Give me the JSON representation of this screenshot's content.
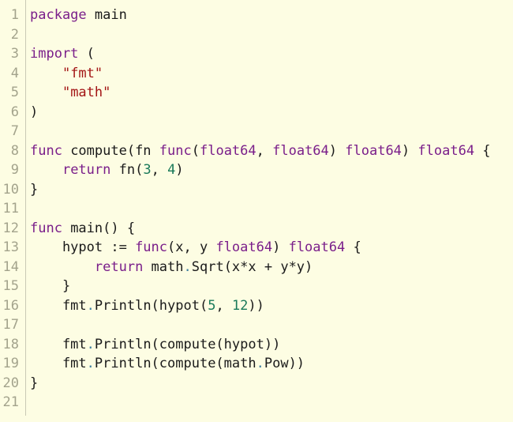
{
  "editor": {
    "lines": [
      {
        "n": "1",
        "tokens": [
          {
            "t": "package",
            "c": "kw"
          },
          {
            "t": " main",
            "c": ""
          }
        ]
      },
      {
        "n": "2",
        "tokens": []
      },
      {
        "n": "3",
        "tokens": [
          {
            "t": "import",
            "c": "kw"
          },
          {
            "t": " (",
            "c": ""
          }
        ]
      },
      {
        "n": "4",
        "tokens": [
          {
            "t": "    ",
            "c": ""
          },
          {
            "t": "\"fmt\"",
            "c": "str"
          }
        ]
      },
      {
        "n": "5",
        "tokens": [
          {
            "t": "    ",
            "c": ""
          },
          {
            "t": "\"math\"",
            "c": "str"
          }
        ]
      },
      {
        "n": "6",
        "tokens": [
          {
            "t": ")",
            "c": ""
          }
        ]
      },
      {
        "n": "7",
        "tokens": []
      },
      {
        "n": "8",
        "tokens": [
          {
            "t": "func",
            "c": "kw"
          },
          {
            "t": " compute(fn ",
            "c": ""
          },
          {
            "t": "func",
            "c": "kw"
          },
          {
            "t": "(",
            "c": ""
          },
          {
            "t": "float64",
            "c": "kw"
          },
          {
            "t": ", ",
            "c": ""
          },
          {
            "t": "float64",
            "c": "kw"
          },
          {
            "t": ") ",
            "c": ""
          },
          {
            "t": "float64",
            "c": "kw"
          },
          {
            "t": ") ",
            "c": ""
          },
          {
            "t": "float64",
            "c": "kw"
          },
          {
            "t": " {",
            "c": ""
          }
        ]
      },
      {
        "n": "9",
        "tokens": [
          {
            "t": "    ",
            "c": ""
          },
          {
            "t": "return",
            "c": "kw"
          },
          {
            "t": " fn(",
            "c": ""
          },
          {
            "t": "3",
            "c": "num"
          },
          {
            "t": ", ",
            "c": ""
          },
          {
            "t": "4",
            "c": "num"
          },
          {
            "t": ")",
            "c": ""
          }
        ]
      },
      {
        "n": "10",
        "tokens": [
          {
            "t": "}",
            "c": ""
          }
        ]
      },
      {
        "n": "11",
        "tokens": []
      },
      {
        "n": "12",
        "tokens": [
          {
            "t": "func",
            "c": "kw"
          },
          {
            "t": " main() {",
            "c": ""
          }
        ]
      },
      {
        "n": "13",
        "tokens": [
          {
            "t": "    hypot := ",
            "c": ""
          },
          {
            "t": "func",
            "c": "kw"
          },
          {
            "t": "(x, y ",
            "c": ""
          },
          {
            "t": "float64",
            "c": "kw"
          },
          {
            "t": ") ",
            "c": ""
          },
          {
            "t": "float64",
            "c": "kw"
          },
          {
            "t": " {",
            "c": ""
          }
        ]
      },
      {
        "n": "14",
        "tokens": [
          {
            "t": "        ",
            "c": ""
          },
          {
            "t": "return",
            "c": "kw"
          },
          {
            "t": " math",
            "c": ""
          },
          {
            "t": ".",
            "c": "pkg-dot"
          },
          {
            "t": "Sqrt(x*x + y*y)",
            "c": ""
          }
        ]
      },
      {
        "n": "15",
        "tokens": [
          {
            "t": "    }",
            "c": ""
          }
        ]
      },
      {
        "n": "16",
        "tokens": [
          {
            "t": "    fmt",
            "c": ""
          },
          {
            "t": ".",
            "c": "pkg-dot"
          },
          {
            "t": "Println(hypot(",
            "c": ""
          },
          {
            "t": "5",
            "c": "num"
          },
          {
            "t": ", ",
            "c": ""
          },
          {
            "t": "12",
            "c": "num"
          },
          {
            "t": "))",
            "c": ""
          }
        ]
      },
      {
        "n": "17",
        "tokens": []
      },
      {
        "n": "18",
        "tokens": [
          {
            "t": "    fmt",
            "c": ""
          },
          {
            "t": ".",
            "c": "pkg-dot"
          },
          {
            "t": "Println(compute(hypot))",
            "c": ""
          }
        ]
      },
      {
        "n": "19",
        "tokens": [
          {
            "t": "    fmt",
            "c": ""
          },
          {
            "t": ".",
            "c": "pkg-dot"
          },
          {
            "t": "Println(compute(math",
            "c": ""
          },
          {
            "t": ".",
            "c": "pkg-dot"
          },
          {
            "t": "Pow))",
            "c": ""
          }
        ]
      },
      {
        "n": "20",
        "tokens": [
          {
            "t": "}",
            "c": ""
          }
        ]
      },
      {
        "n": "21",
        "tokens": []
      }
    ]
  }
}
